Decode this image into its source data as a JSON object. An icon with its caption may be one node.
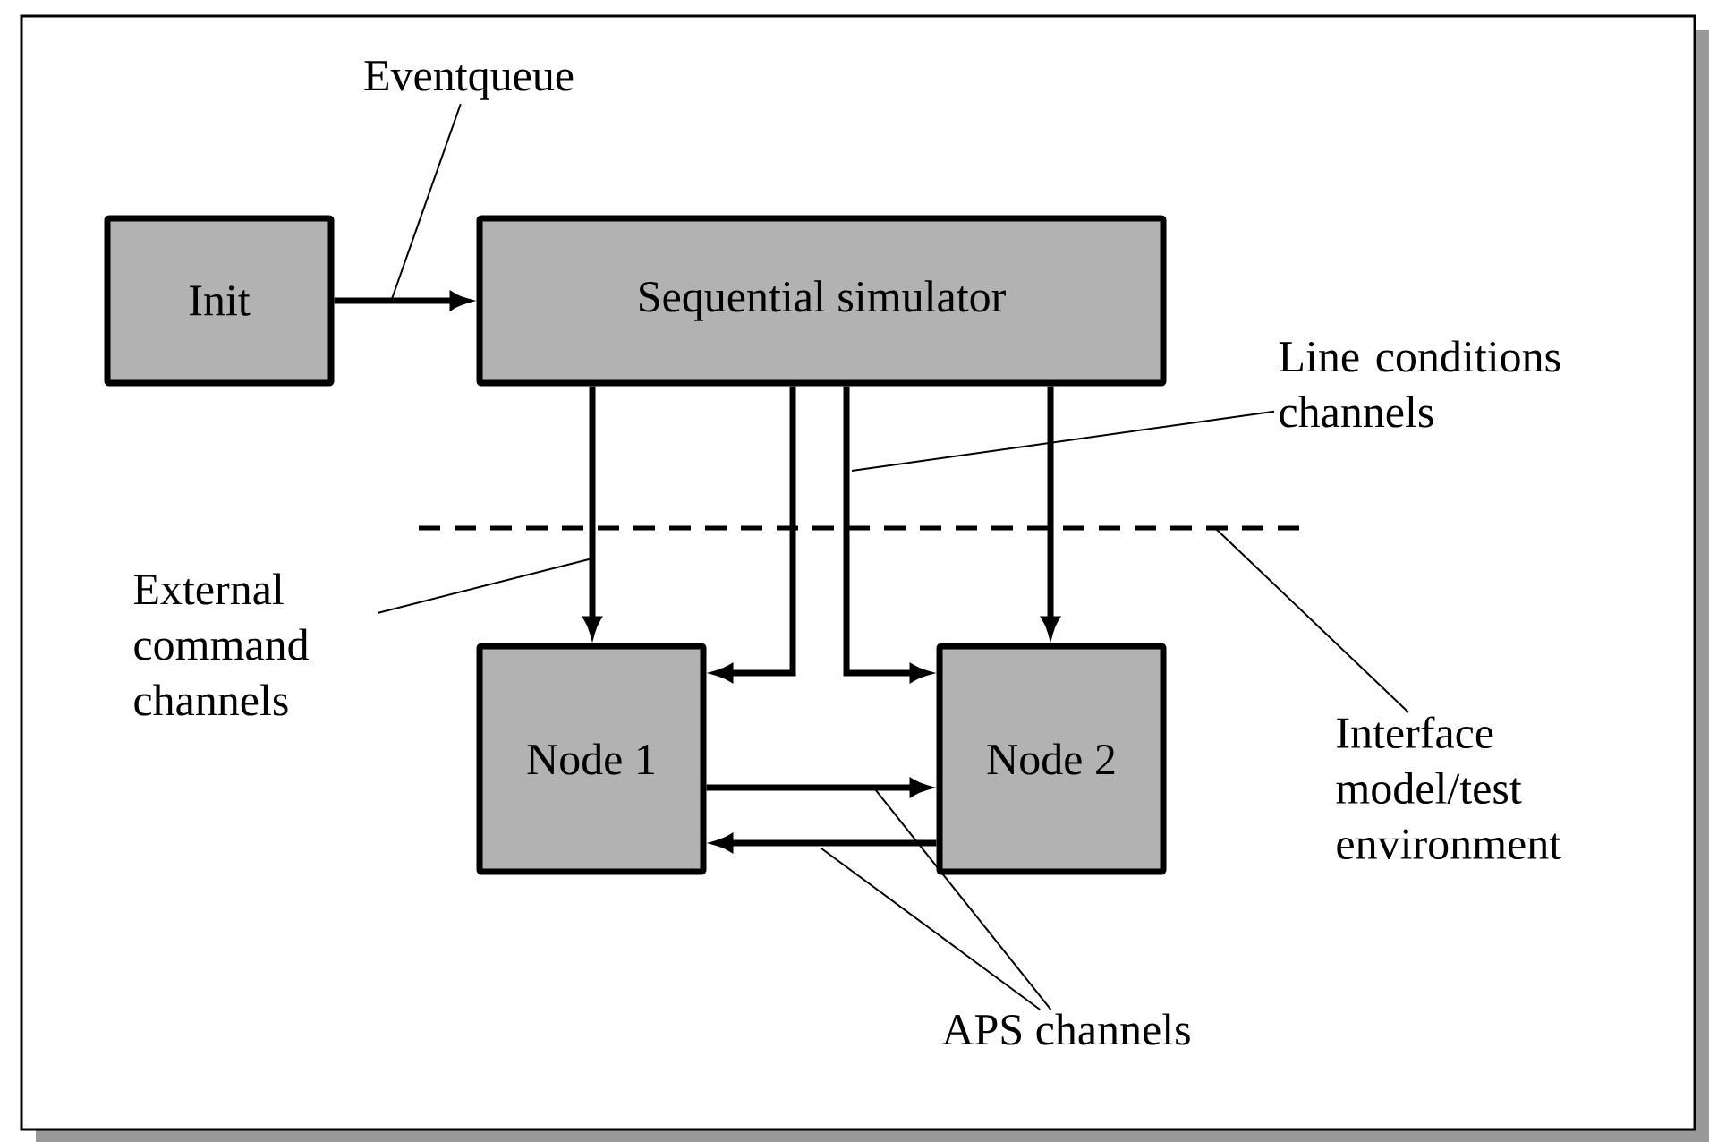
{
  "diagram": {
    "nodes": [
      {
        "text": [
          "Eventqueue"
        ]
      },
      {
        "text": [
          "Init"
        ]
      },
      {
        "text": [
          "Sequential simulator"
        ]
      },
      {
        "text": [
          "Line conditions channels"
        ]
      },
      {
        "text": [
          "External command channels"
        ]
      },
      {
        "text": [
          "Node 1"
        ]
      },
      {
        "text": [
          "Node 2"
        ]
      },
      {
        "text": [
          "Interface model/test environment"
        ]
      },
      {
        "text": [
          "APS channels"
        ]
      }
    ],
    "edges": [
      {
        "from": 1,
        "to": 2,
        "arrow": "to"
      },
      {
        "from": 2,
        "to": 5,
        "arrow": "to"
      },
      {
        "from": 2,
        "to": 5,
        "arrow": "to"
      },
      {
        "from": 2,
        "to": 6,
        "arrow": "to"
      },
      {
        "from": 2,
        "to": 6,
        "arrow": "to"
      },
      {
        "from": 5,
        "to": 6,
        "arrow": "to"
      },
      {
        "from": 6,
        "to": 5,
        "arrow": "to"
      },
      {
        "from": 0,
        "to": null,
        "arrow": "none"
      },
      {
        "from": 3,
        "to": null,
        "arrow": "none"
      },
      {
        "from": 4,
        "to": null,
        "arrow": "none"
      },
      {
        "from": 7,
        "to": null,
        "arrow": "none"
      },
      {
        "from": 8,
        "to": null,
        "arrow": "none"
      },
      {
        "from": 8,
        "to": null,
        "arrow": "none"
      }
    ]
  }
}
